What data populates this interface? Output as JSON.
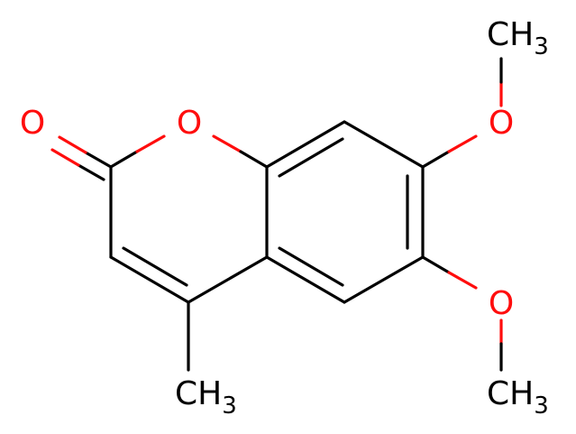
{
  "molecule": {
    "atoms": {
      "carbonyl_oxygen": "O",
      "ring_oxygen": "O",
      "methoxy_oxygen_7": "O",
      "methoxy_oxygen_6": "O",
      "methyl_top": "CH3",
      "methyl_bottom": "CH3",
      "methyl_c4": "CH3"
    },
    "colors": {
      "carbon_bond": "#000000",
      "oxygen": "#ff0d0d",
      "background": "#ffffff"
    }
  }
}
